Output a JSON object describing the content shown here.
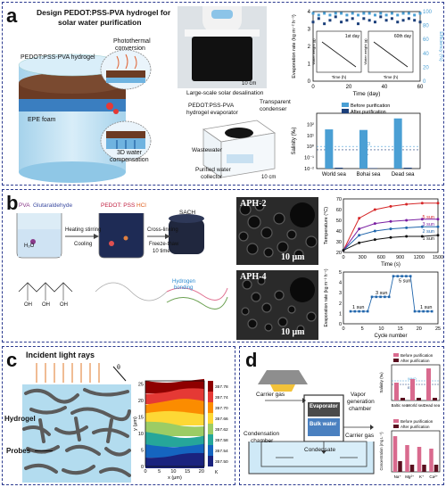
{
  "panel_a": {
    "label": "a",
    "title_line1": "Design PEDOT:PSS-PVA hydrogel  for",
    "title_line2": "solar water purification",
    "hydrogel_label": "PEDOT:PSS-PVA hydrogel",
    "photothermal": "Photothermal",
    "conversion": "conversion",
    "epe_foam": "EPE foam",
    "water_comp_1": "3D water",
    "water_comp_2": "compensation",
    "photo_caption": "Large-scale solar desalination",
    "scale_10cm": "10 cm",
    "evaporator_1": "PEDOT:PSS-PVA",
    "evaporator_2": "hydrogel evaporator",
    "condenser_1": "Transparent",
    "condenser_2": "condenser",
    "wastewater": "Wastewater",
    "purified_1": "Purified water",
    "purified_2": "collector",
    "scale_10cm_b": "10 cm"
  },
  "panel_b": {
    "label": "b",
    "pva": "PVA",
    "glutaraldehyde": "Glutaraldehyde",
    "pedot": "PEDOT: PSS",
    "hcl": "HCl",
    "sach": "SACH",
    "heating": "Heating stirring",
    "cooling": "Cooling",
    "crosslinking": "Cross-linking",
    "freeze": "Freeze-thaw",
    "times": "10 time",
    "hbond_1": "Hydrogen",
    "hbond_2": "bonding",
    "h2o": "H₂O",
    "aph2": "APH-2",
    "aph4": "APH-4",
    "scale_um": "10 μm",
    "oh1": "OH",
    "oh2": "OH",
    "oh3": "OH"
  },
  "panel_c": {
    "label": "c",
    "incident": "Incident light rays",
    "theta": "θ",
    "hydrogel": "Hydrogel",
    "probes": "Probes"
  },
  "panel_d": {
    "label": "d",
    "carrier_gas_in": "Carrier gas",
    "carrier_gas_out": "Carrier gas",
    "evaporator": "Evaporator",
    "bulk_water": "Bulk water",
    "vapor_1": "Vapor",
    "vapor_2": "generation",
    "vapor_3": "chamber",
    "condensation_1": "Condensation",
    "condensation_2": "chamber",
    "condensate": "Condensate"
  },
  "colors": {
    "before": "#4a9fd4",
    "after": "#1b3f7a",
    "before_d": "#d96a8e",
    "after_d": "#5a0f1f",
    "frame": "#2b3a8f"
  },
  "chart_data": [
    {
      "id": "a-evap",
      "type": "scatter",
      "xlabel": "Time (day)",
      "ylabel": "Evaporation rate (kg m⁻² h⁻¹)",
      "y2label": "Efficiency (%)",
      "xlim": [
        0,
        60
      ],
      "xticks": [
        0,
        20,
        40,
        60
      ],
      "ylim": [
        0,
        4
      ],
      "yticks": [
        0,
        1,
        2,
        3,
        4
      ],
      "y2ticks": [
        0,
        20,
        40,
        60,
        80,
        100
      ],
      "series": [
        {
          "values": [
            3.4,
            3.6,
            3.3,
            3.5,
            3.7,
            3.4,
            3.5,
            3.6,
            3.3,
            3.6,
            3.5,
            3.4,
            3.7,
            3.5,
            3.6,
            3.4,
            3.5,
            3.6,
            3.5,
            3.4
          ]
        },
        {
          "values": [
            3.9,
            3.8,
            3.9,
            3.8,
            3.9,
            3.9,
            3.8,
            3.9,
            3.8,
            3.9,
            3.9,
            3.8,
            3.9,
            3.8,
            3.9,
            3.8,
            3.9,
            3.9,
            3.8,
            3.9
          ]
        }
      ],
      "insets": [
        {
          "title": "1st day",
          "ylabel": "Water weight (g)",
          "xlabel": "Time (h)"
        },
        {
          "title": "60th day",
          "ylabel": "Water weight (g)",
          "xlabel": "Time (h)"
        }
      ]
    },
    {
      "id": "a-salinity",
      "type": "bar",
      "categories": [
        "World sea",
        "Bohai sea",
        "Dead sea"
      ],
      "ylabel": "Salinity (‰)",
      "yticklabels": [
        "10²",
        "10¹",
        "10⁰",
        "10⁻¹",
        "10⁻²"
      ],
      "legend": [
        "Before purification",
        "After purification"
      ],
      "before": [
        35,
        31,
        342
      ],
      "after": [
        0.012,
        0.011,
        0.012
      ],
      "who": "WHO",
      "epa": "EPA"
    },
    {
      "id": "b-temp",
      "type": "line",
      "xlabel": "Time (s)",
      "ylabel": "Temperature (°C)",
      "xticks": [
        0,
        300,
        600,
        900,
        1200,
        1500
      ],
      "yticks": [
        20,
        30,
        40,
        50,
        60,
        70
      ],
      "series": [
        {
          "name": "5 sun",
          "values": [
            22,
            52,
            60,
            63,
            65,
            66,
            66
          ]
        },
        {
          "name": "3 sun",
          "values": [
            22,
            42,
            47,
            49,
            50,
            51,
            51
          ]
        },
        {
          "name": "2 sun",
          "values": [
            22,
            36,
            40,
            42,
            43,
            44,
            44
          ]
        },
        {
          "name": "1 sun",
          "values": [
            22,
            29,
            32,
            34,
            35,
            35,
            36
          ]
        }
      ],
      "x": [
        0,
        250,
        500,
        750,
        1000,
        1250,
        1500
      ]
    },
    {
      "id": "b-cycle",
      "type": "line",
      "xlabel": "Cycle number",
      "ylabel": "Evaporation rate (kg m⁻² h⁻¹)",
      "yticks": [
        0,
        1,
        2,
        3,
        4,
        5
      ],
      "xticks": [
        0,
        5,
        10,
        15,
        20,
        25
      ],
      "annotations": [
        "5 sun",
        "3 sun",
        "1 sun",
        "1 sun"
      ]
    },
    {
      "id": "c-contour",
      "type": "heatmap",
      "xlabel": "x (μm)",
      "ylabel": "y (μm)",
      "xticks": [
        0,
        5,
        10,
        15,
        20
      ],
      "yticks": [
        0,
        5,
        10,
        15,
        20,
        25
      ],
      "colorbar": [
        "357.50",
        "357.54",
        "357.58",
        "357.62",
        "357.66",
        "357.70",
        "357.74",
        "357.78"
      ],
      "cbar_unit": "K"
    },
    {
      "id": "d-salinity",
      "type": "bar",
      "categories": [
        "Baltic sea",
        "World sea",
        "Dead sea"
      ],
      "ylabel": "Salinity (‰)",
      "legend": [
        "Before purification",
        "After purification"
      ],
      "who": "WHO",
      "epa": "EPA"
    },
    {
      "id": "d-ions",
      "type": "bar",
      "categories": [
        "Na⁺",
        "Mg²⁺",
        "K⁺",
        "Ca²⁺"
      ],
      "ylabel": "Concentration (mg L⁻¹)",
      "legend": [
        "Before purification",
        "After purification"
      ]
    }
  ]
}
